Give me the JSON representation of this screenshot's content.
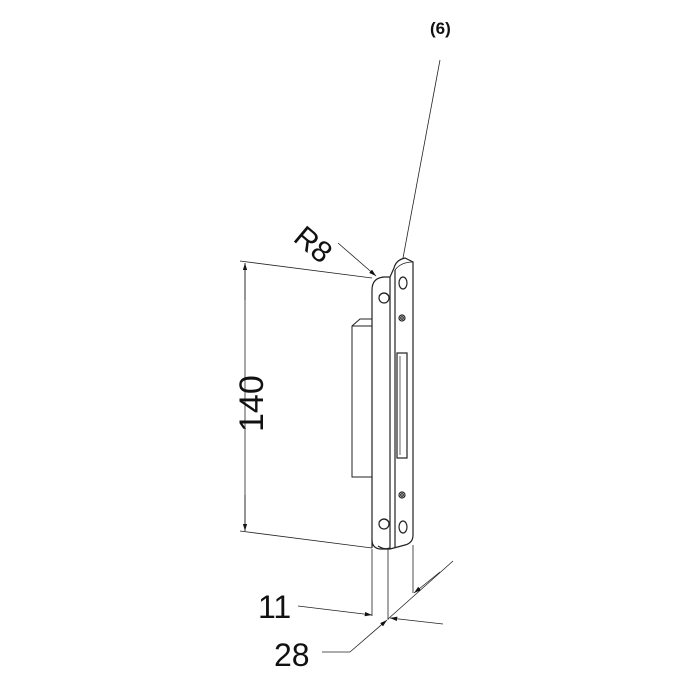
{
  "drawing": {
    "part_ref": "(6)",
    "radius_label": "R8",
    "height_label": "140",
    "width_label_small": "11",
    "width_label_large": "28",
    "line_color": "#222222"
  }
}
